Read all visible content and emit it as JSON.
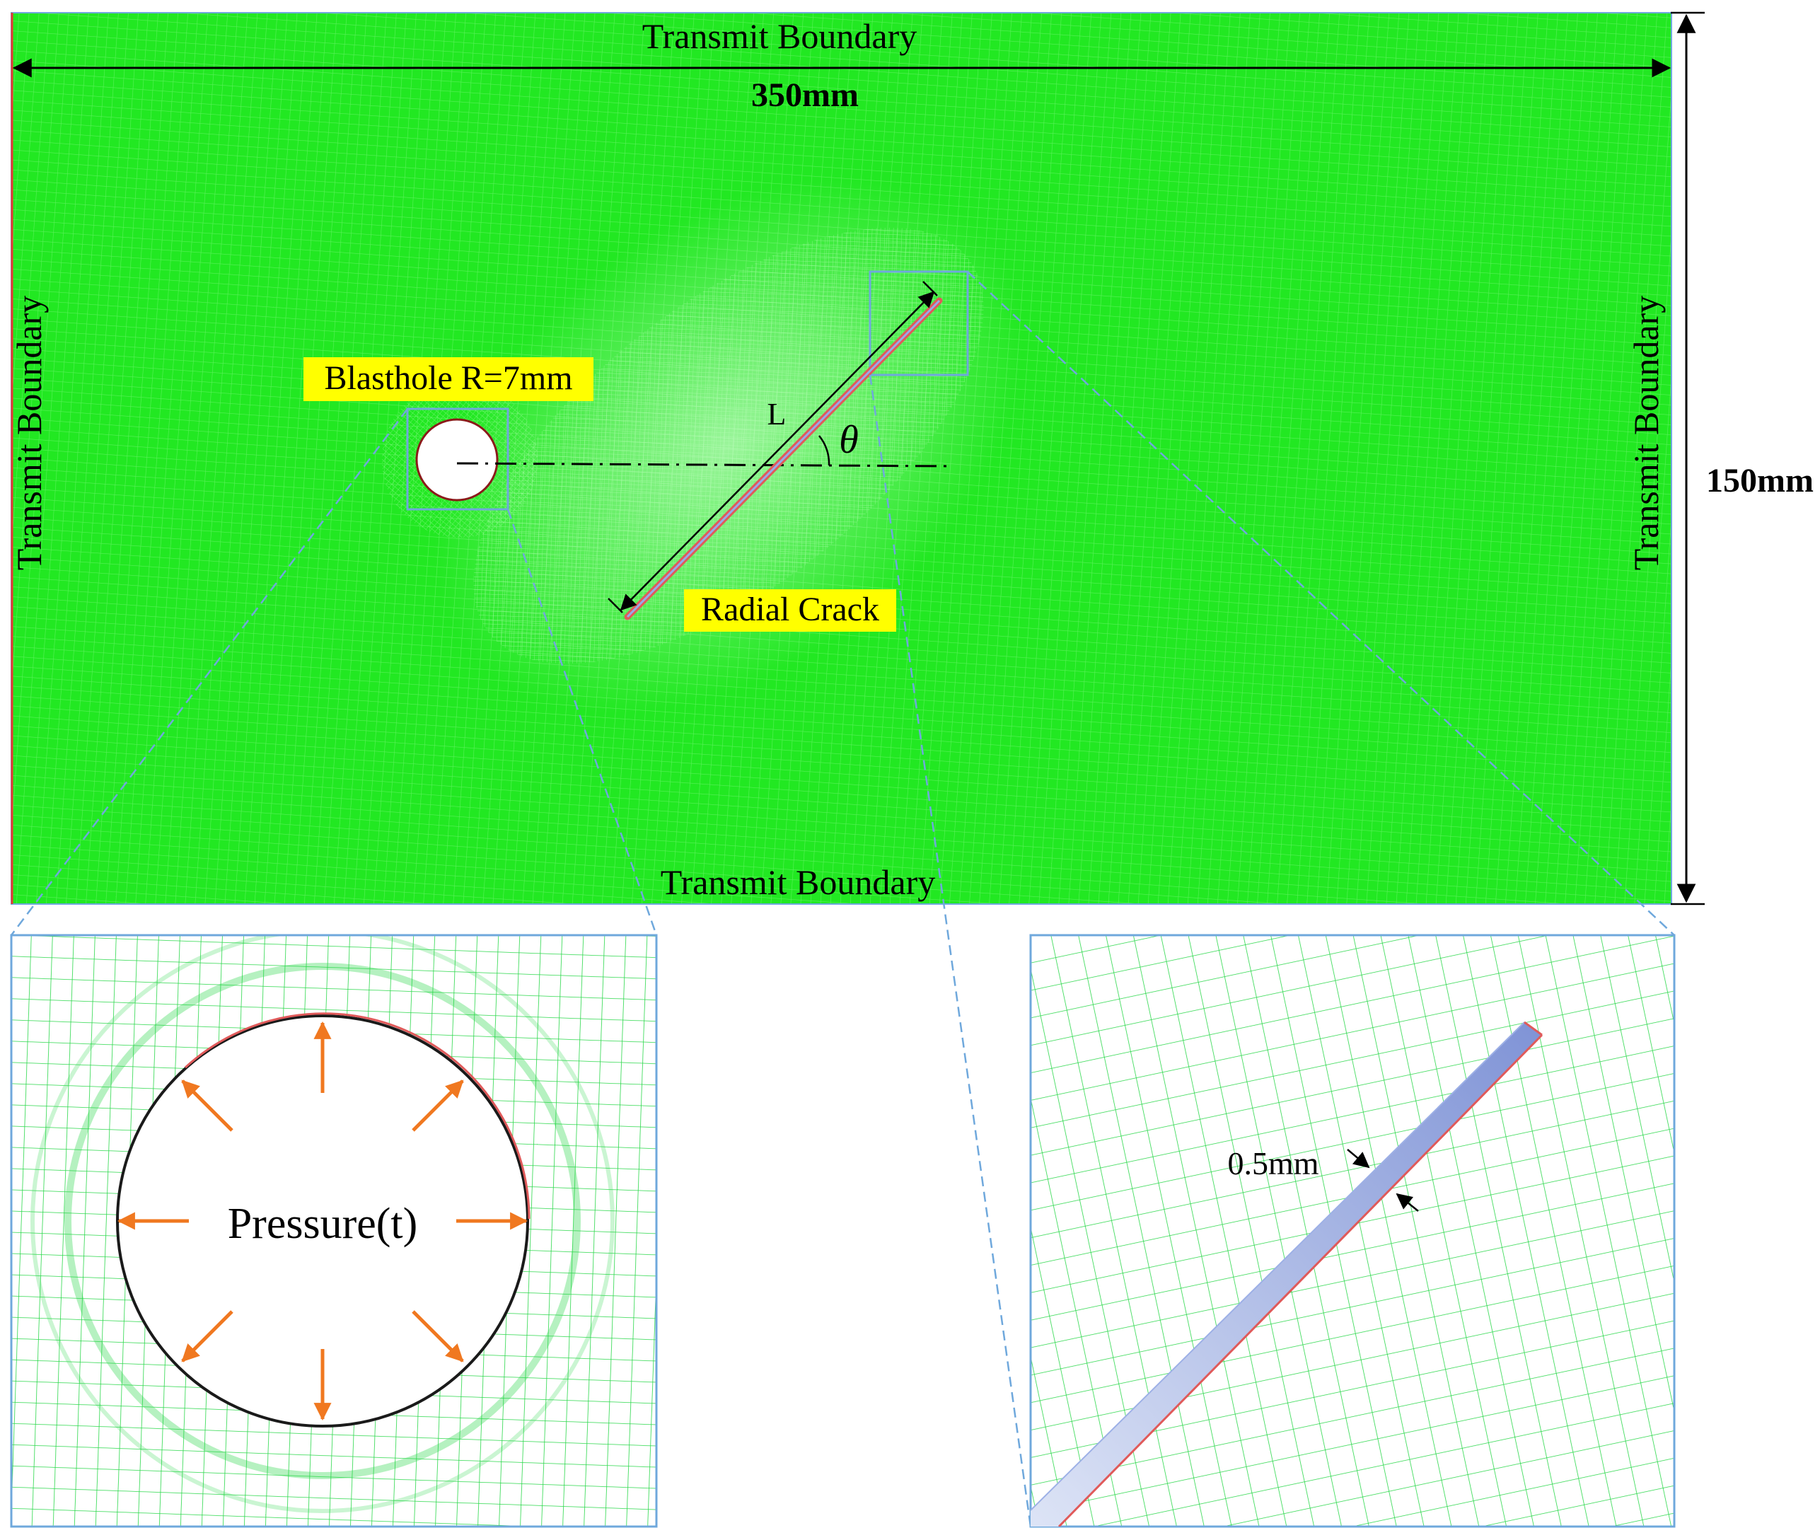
{
  "labels": {
    "top_boundary": "Transmit Boundary",
    "bottom_boundary": "Transmit Boundary",
    "left_boundary": "Transmit Boundary",
    "right_boundary": "Transmit Boundary",
    "width_dim": "350mm",
    "height_dim": "150mm",
    "blasthole": "Blasthole R=7mm",
    "crack": "Radial Crack",
    "crack_length": "L",
    "angle": "θ",
    "pressure": "Pressure(t)",
    "crack_width": "0.5mm"
  },
  "colors": {
    "mesh_fill": "#22e822",
    "mesh_line": "#4cf04c",
    "zoom_mesh_line": "#2ad84a",
    "highlight": "#ffff00",
    "crack_edge": "#e05a5a",
    "crack_fill": "#8ea0dc",
    "arrow": "#f07820",
    "frame_blue": "#6fa8dc"
  },
  "icons": {
    "dimension_arrows": "double-arrow-icon",
    "pressure_arrows": "arrow-icon"
  }
}
